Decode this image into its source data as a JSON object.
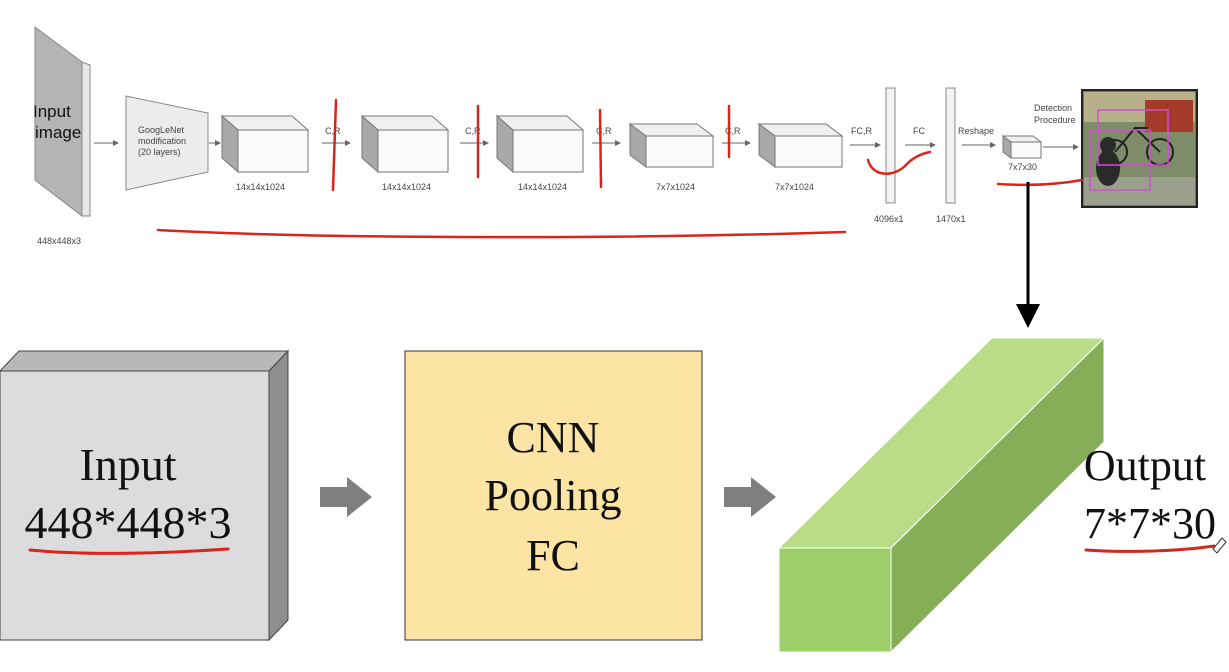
{
  "top": {
    "input_label": [
      "Input",
      "image"
    ],
    "input_dims": "448x448x3",
    "googlenet": [
      "GoogLeNet",
      "modification",
      "(20 layers)"
    ],
    "op_cr": "C,R",
    "op_fcr": "FC,R",
    "op_fc": "FC",
    "op_reshape": "Reshape",
    "block_dims": [
      "14x14x1024",
      "14x14x1024",
      "14x14x1024",
      "7x7x1024",
      "7x7x1024"
    ],
    "fc1_dims": "4096x1",
    "fc2_dims": "1470x1",
    "output_dims": "7x7x30",
    "detection": [
      "Detection",
      "Procedure"
    ]
  },
  "bottom": {
    "input_title": "Input",
    "input_dims": "448*448*3",
    "cnn_lines": [
      "CNN",
      "Pooling",
      "FC"
    ],
    "output_title": "Output",
    "output_dims": "7*7*30"
  },
  "colors": {
    "annotation_red": "#d9261c",
    "input_gray": "#dcdcde",
    "cnn_yellow": "#fbe4a4",
    "output_green": "#9dce69",
    "arrow_gray": "#7f7f7f"
  }
}
